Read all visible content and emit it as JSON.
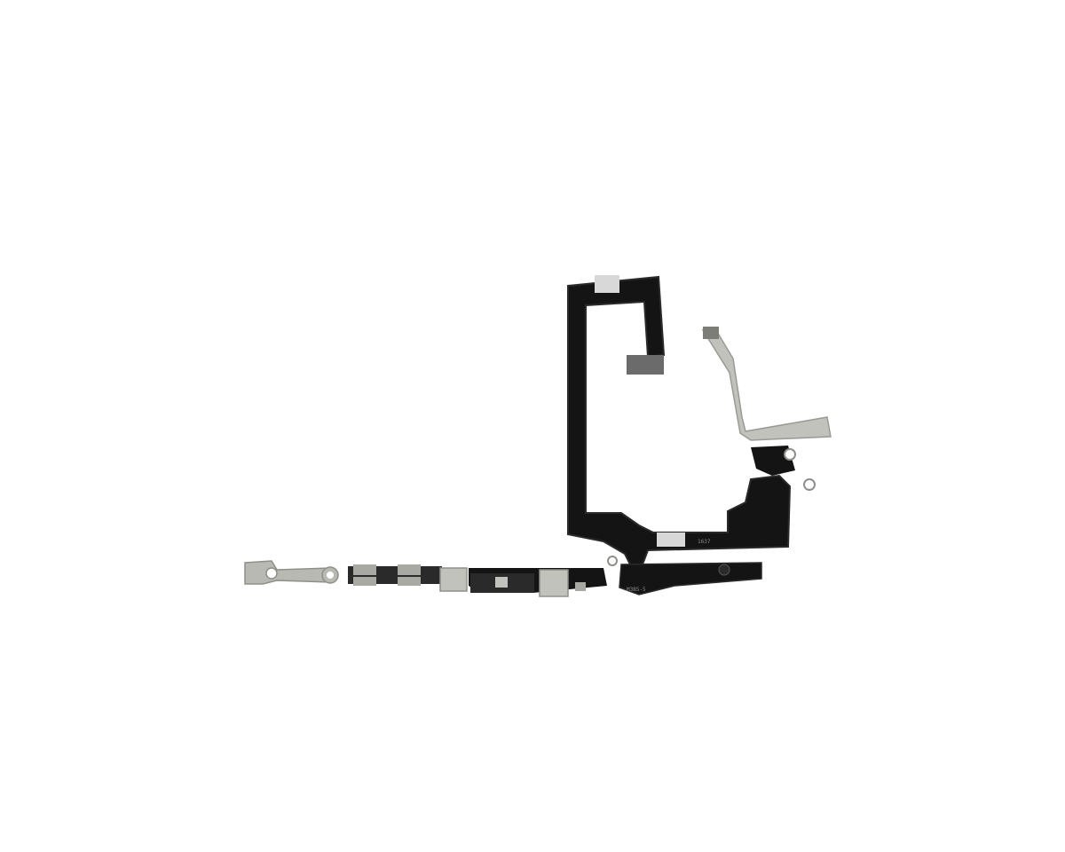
{
  "scene": {
    "subject": "flex-cable-assembly-photo",
    "background_color": "#ffffff",
    "colors": {
      "flex": "#141414",
      "flex_edge": "#2a2a2a",
      "metal": "#b9b9b4",
      "metal_dark": "#8f8f8a",
      "label": "#d8d8d8"
    }
  },
  "labels": {
    "flex_code_1": "1637",
    "flex_code_2": "M3B5-5"
  }
}
